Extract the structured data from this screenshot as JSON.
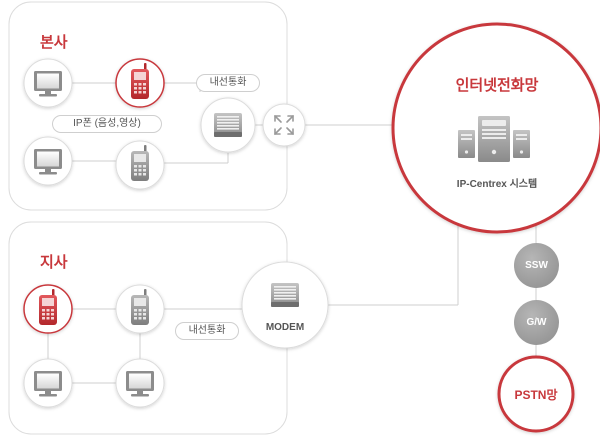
{
  "hq": {
    "title": "본사",
    "ip_phone_label": "IP폰 (음성,영상)",
    "extension_label": "내선통화"
  },
  "branch": {
    "title": "지사",
    "extension_label": "내선통화",
    "modem_label": "MODEM"
  },
  "internet": {
    "title": "인터넷전화망",
    "system_label": "IP-Centrex 시스템"
  },
  "ssw_label": "SSW",
  "gw_label": "G/W",
  "pstn_label": "PSTN망",
  "colors": {
    "accent": "#c8383c",
    "line": "#cfcfcf",
    "device_gray": "#8c8c8c"
  }
}
